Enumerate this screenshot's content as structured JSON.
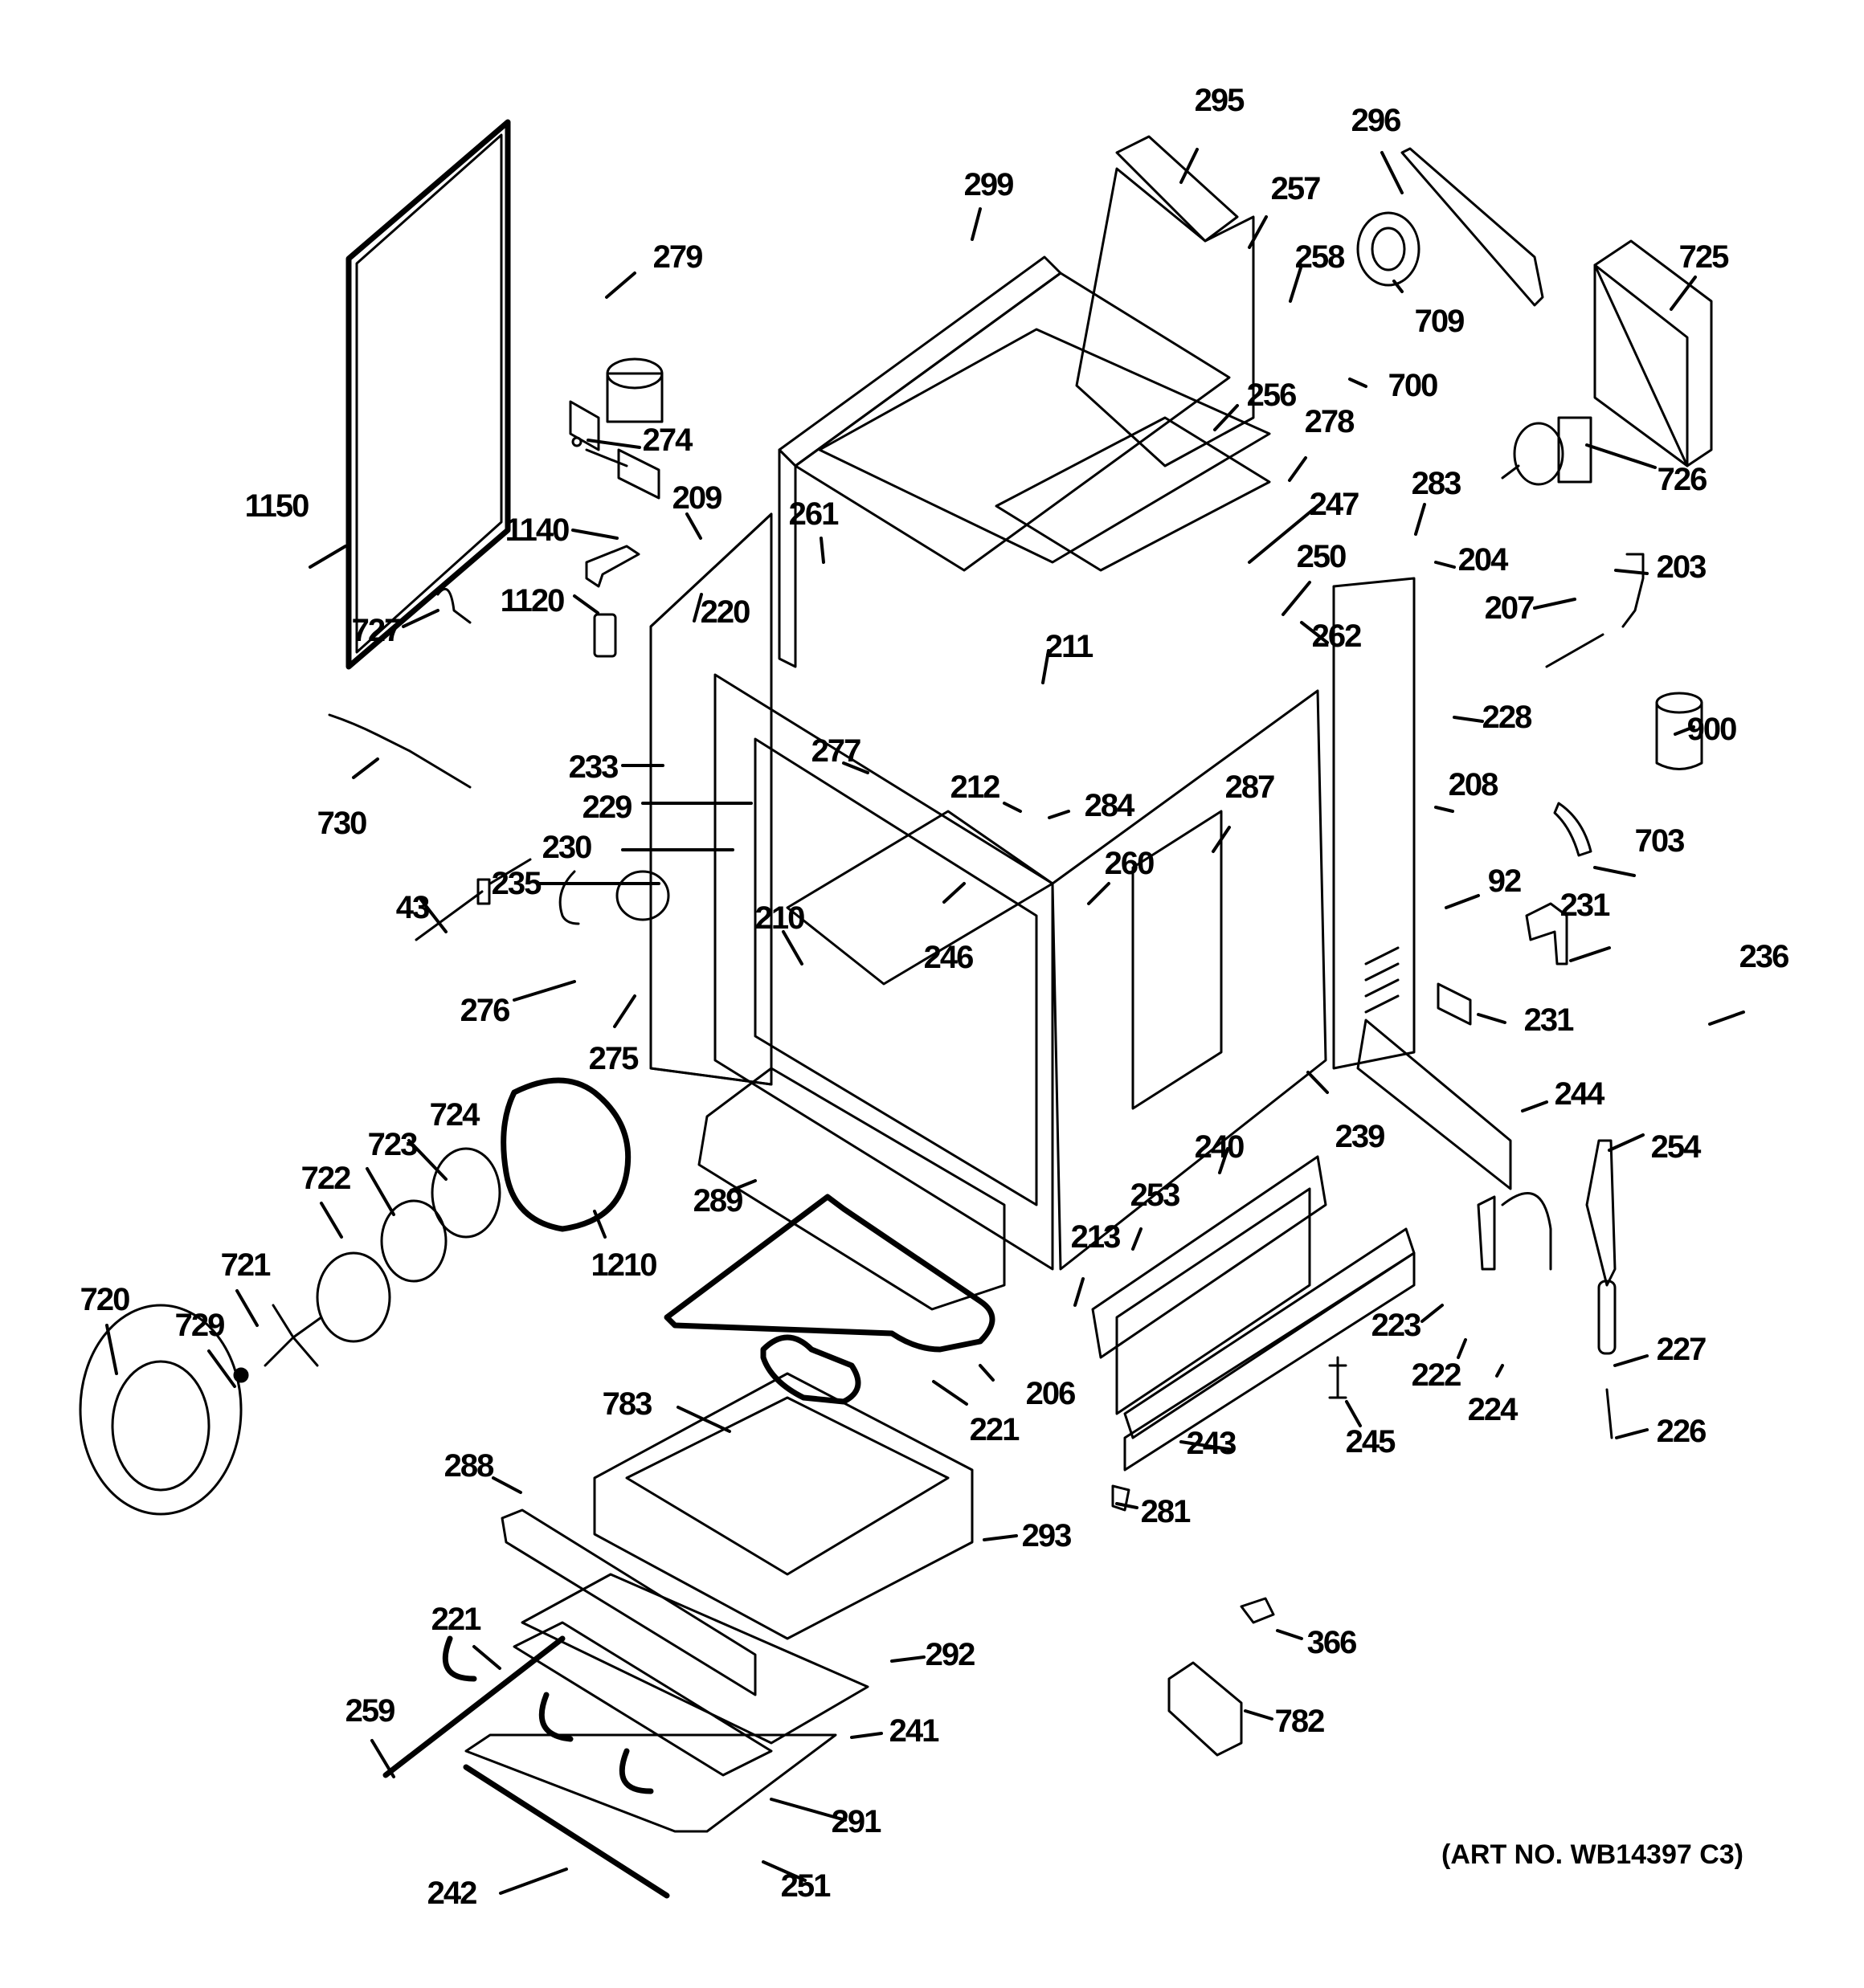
{
  "diagram": {
    "title": "Oven body exploded parts diagram",
    "art_number": "(ART NO. WB14397 C3)",
    "part_labels": [
      "1150",
      "279",
      "274",
      "1140",
      "1120",
      "727",
      "730",
      "43",
      "276",
      "275",
      "209",
      "220",
      "233",
      "229",
      "230",
      "235",
      "210",
      "261",
      "277",
      "211",
      "212",
      "284",
      "246",
      "260",
      "287",
      "295",
      "257",
      "299",
      "258",
      "296",
      "709",
      "700",
      "725",
      "726",
      "256",
      "278",
      "247",
      "250",
      "262",
      "283",
      "204",
      "203",
      "207",
      "228",
      "208",
      "900",
      "703",
      "92",
      "231",
      "231",
      "236",
      "244",
      "254",
      "239",
      "240",
      "253",
      "213",
      "289",
      "206",
      "221",
      "783",
      "223",
      "222",
      "224",
      "227",
      "226",
      "243",
      "245",
      "281",
      "293",
      "288",
      "366",
      "782",
      "292",
      "241",
      "291",
      "251",
      "242",
      "259",
      "221",
      "724",
      "723",
      "722",
      "721",
      "720",
      "729",
      "1210"
    ]
  }
}
